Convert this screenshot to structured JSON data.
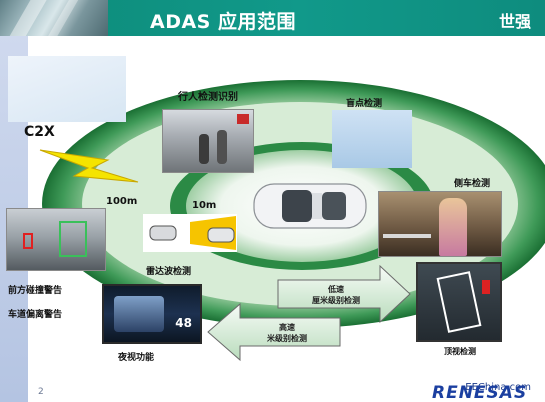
{
  "header": {
    "title": "ADAS 应用范围",
    "right_text": "世强",
    "background_color": "#11998a"
  },
  "labels": {
    "c2x": "C2X",
    "pedestrian_detection": "行人检测识别",
    "blind_spot_detection": "盲点检测",
    "side_car_detection": "侧车检测",
    "distance_100m": "100m",
    "distance_10m": "10m",
    "radar_detection": "雷达波检测",
    "forward_collision_warning": "前方碰撞警告",
    "lane_departure_warning": "车道偏离警告",
    "night_vision": "夜视功能",
    "top_view_detection": "顶视检测"
  },
  "arrows": {
    "low_speed": {
      "line1": "低速",
      "line2": "厘米级别检测",
      "direction": "right"
    },
    "high_speed": {
      "line1": "高速",
      "line2": "米级别检测",
      "direction": "left"
    }
  },
  "night_vision_speed": "48",
  "page_number": "2",
  "footer": {
    "site": "EEChina.com",
    "brand": "RENESAS"
  },
  "colors": {
    "ring_dark": "#1e7b3a",
    "ring_light": "#d8ecd8",
    "lightning": "#f5e400",
    "brand": "#1b3fa0"
  }
}
